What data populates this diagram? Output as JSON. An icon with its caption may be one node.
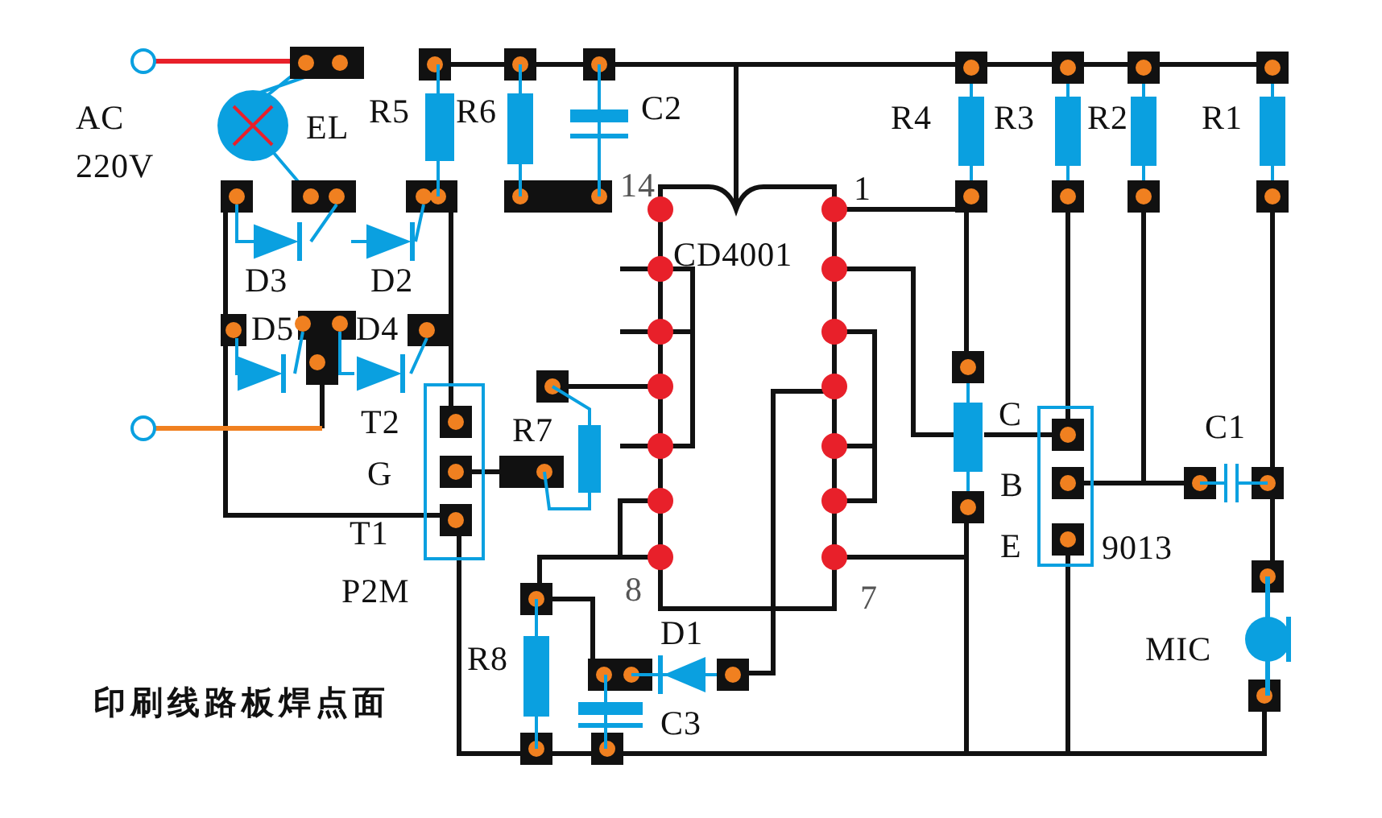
{
  "diagram": {
    "labels": [
      "AC 220V",
      "EL",
      "R5",
      "R6",
      "C2",
      "R4",
      "R3",
      "R2",
      "R1",
      "14",
      "1",
      "CD4001",
      "D3",
      "D2",
      "D5",
      "D4",
      "T2",
      "R7",
      "C",
      "C1",
      "G",
      "B",
      "T1",
      "E",
      "9013",
      "P2M",
      "8",
      "7",
      "MIC",
      "R8",
      "D1",
      "印刷线路板焊点面",
      "C3"
    ]
  }
}
